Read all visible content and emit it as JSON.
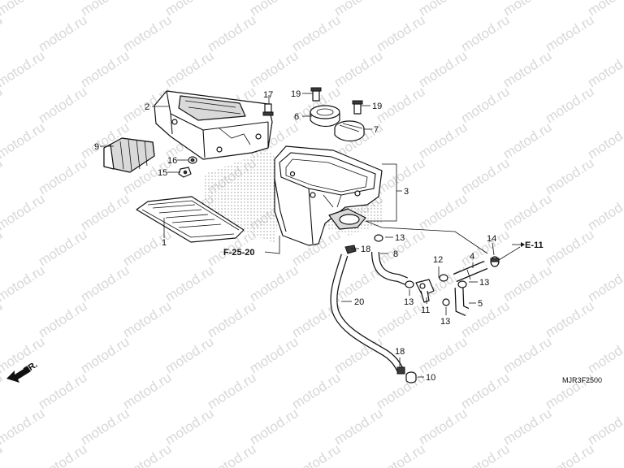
{
  "watermark": {
    "text": "motod.ru"
  },
  "callouts": {
    "p1": "1",
    "p2": "2",
    "p3": "3",
    "p4": "4",
    "p5": "5",
    "p6": "6",
    "p7": "7",
    "p8": "8",
    "p9": "9",
    "p10": "10",
    "p11": "11",
    "p12": "12",
    "p13a": "13",
    "p13b": "13",
    "p13c": "13",
    "p13d": "13",
    "p14": "14",
    "p15": "15",
    "p16": "16",
    "p17": "17",
    "p18a": "18",
    "p18b": "18",
    "p19a": "19",
    "p19b": "19",
    "p20": "20"
  },
  "references": {
    "f25": "F-25-20",
    "e11": "E-11",
    "fr": "FR."
  },
  "diagram_code": "MJR3F2500",
  "colors": {
    "line": "#111111",
    "watermark": "#d8d8d8",
    "shade": "#d9d9d9"
  }
}
